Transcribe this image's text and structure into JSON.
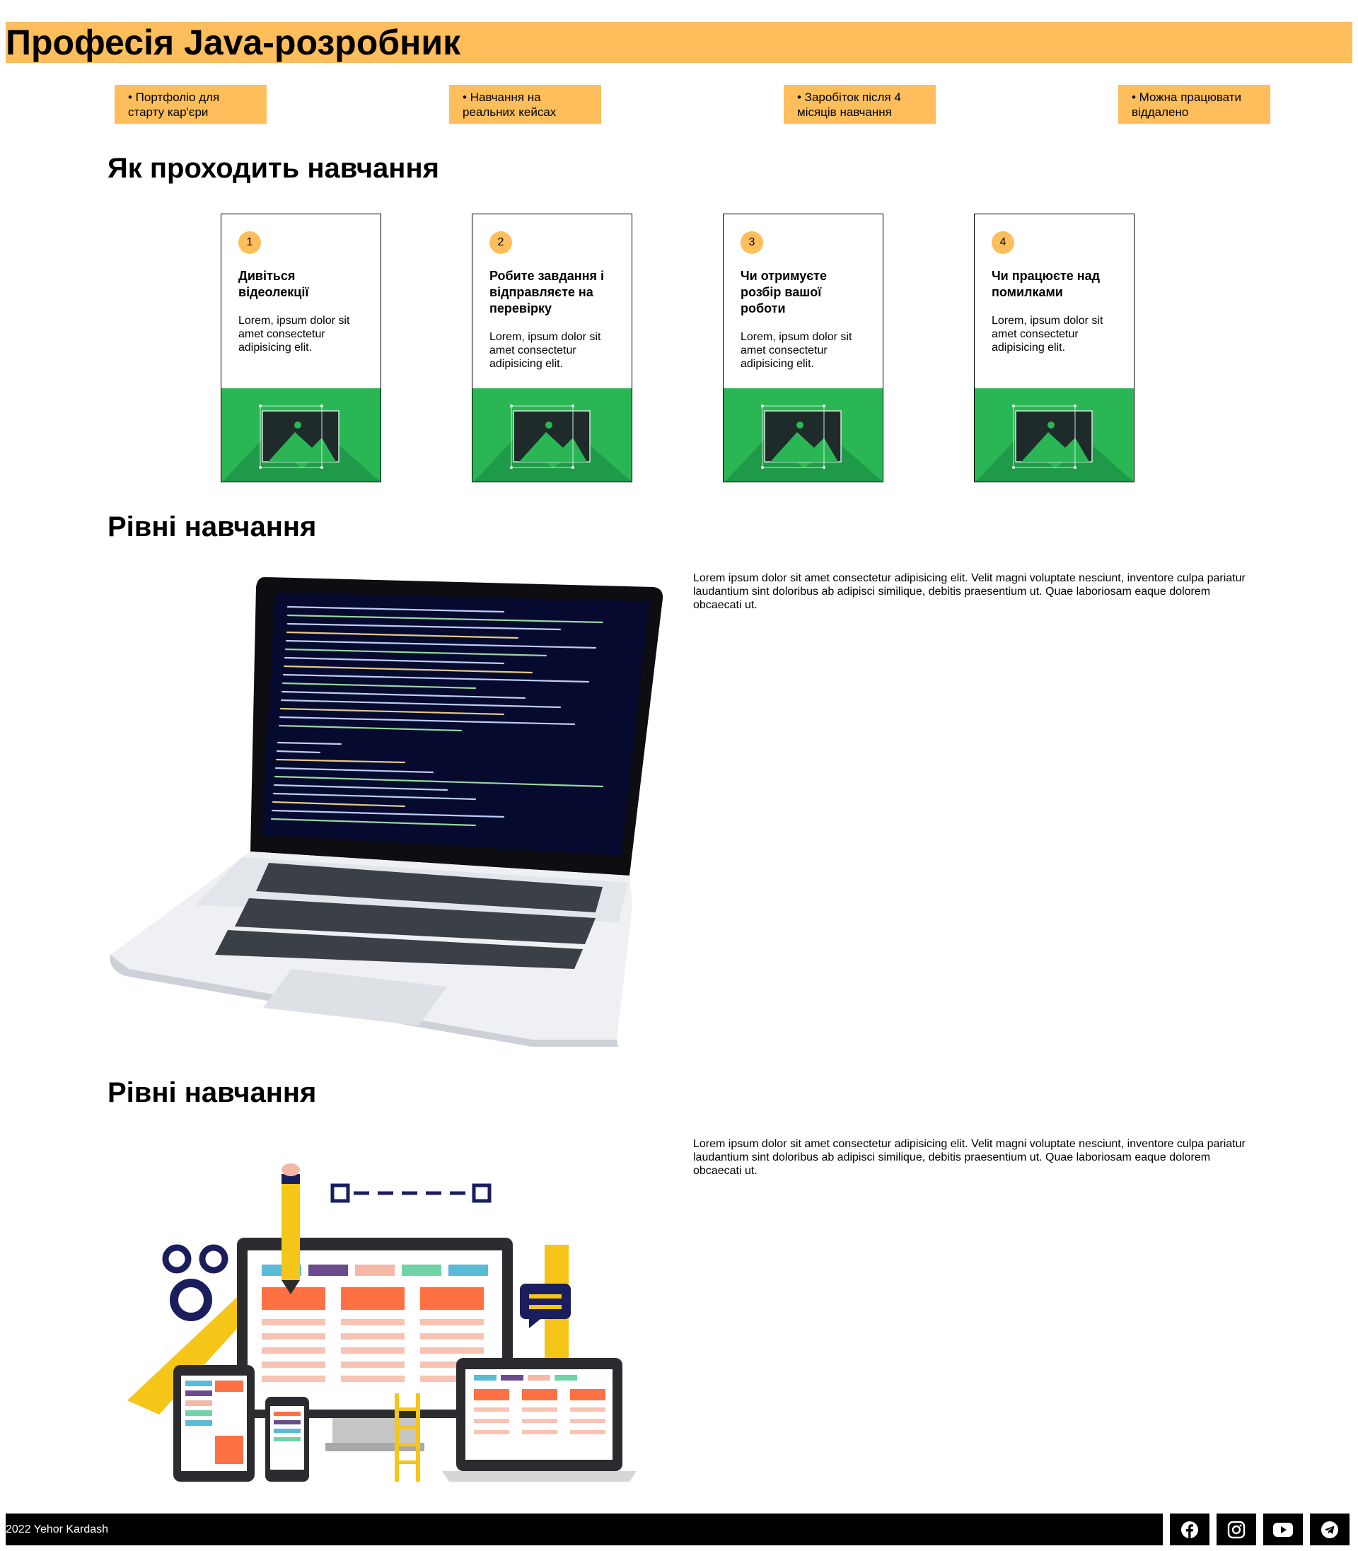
{
  "hero": {
    "title": "Професія Java-розробник"
  },
  "features": [
    {
      "text": "• Портфоліо для старту кар'єри"
    },
    {
      "text": "• Навчання на реальних кейсах"
    },
    {
      "text": "• Заробіток після 4 місяців навчання"
    },
    {
      "text": "• Можна працювати віддалено"
    }
  ],
  "how": {
    "title": "Як проходить навчання",
    "steps": [
      {
        "num": "1",
        "title": "Дивіться відеолекції",
        "text": "Lorem, ipsum dolor sit amet consectetur adipisicing elit."
      },
      {
        "num": "2",
        "title": "Робите завдання і відправляєте на перевірку",
        "text": "Lorem, ipsum dolor sit amet consectetur adipisicing elit."
      },
      {
        "num": "3",
        "title": "Чи отримуєте розбір вашої роботи",
        "text": "Lorem, ipsum dolor sit amet consectetur adipisicing elit."
      },
      {
        "num": "4",
        "title": "Чи працюєте над помилками",
        "text": "Lorem, ipsum dolor sit amet consectetur adipisicing elit."
      }
    ]
  },
  "levels": [
    {
      "title": "Рівні навчання",
      "text": "Lorem ipsum dolor sit amet consectetur adipisicing elit. Velit magni voluptate nesciunt, inventore culpa pariatur laudantium sint doloribus ab adipisci similique, debitis praesentium ut. Quae laboriosam eaque dolorem obcaecati ut."
    },
    {
      "title": "Рівні навчання",
      "text": "Lorem ipsum dolor sit amet consectetur adipisicing elit. Velit magni voluptate nesciunt, inventore culpa pariatur laudantium sint doloribus ab adipisci similique, debitis praesentium ut. Quae laboriosam eaque dolorem obcaecati ut."
    }
  ],
  "footer": {
    "copyright": "2022 Yehor Kardash",
    "social": [
      "facebook-icon",
      "instagram-icon",
      "youtube-icon",
      "telegram-icon"
    ]
  },
  "colors": {
    "accent": "#fdbe5b",
    "green": "#2bb655",
    "dark": "#000000"
  }
}
